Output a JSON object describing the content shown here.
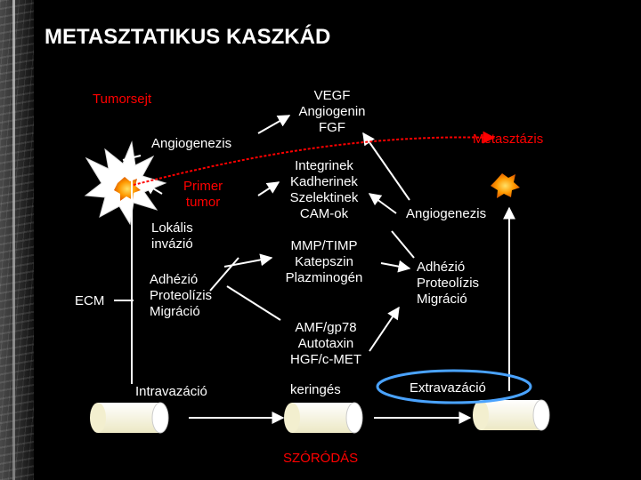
{
  "title": "METASZTATIKUS KASZKÁD",
  "left": {
    "tumorsejt": "Tumorsejt",
    "angiogenezis": "Angiogenezis",
    "primer_tumor": [
      "Primer",
      "tumor"
    ],
    "lokalis_invazio": [
      "Lokális",
      "invázió"
    ],
    "ecm": "ECM",
    "adhezio": [
      "Adhézió",
      "Proteolízis",
      "Migráció"
    ],
    "intravazacio": "Intravazáció"
  },
  "middle": {
    "vegf": [
      "VEGF",
      "Angiogenin",
      "FGF"
    ],
    "integrinek": [
      "Integrinek",
      "Kadherinek",
      "Szelektinek",
      "CAM-ok"
    ],
    "mmp": [
      "MMP/TIMP",
      "Katepszin",
      "Plazminogén"
    ],
    "amf": [
      "AMF/gp78",
      "Autotaxin",
      "HGF/c-MET"
    ],
    "keringes": "keringés",
    "szorodas": "SZÓRÓDÁS"
  },
  "right": {
    "metasztazis": "Metasztázis",
    "angiogenezis": "Angiogenezis",
    "adhezio": [
      "Adhézió",
      "Proteolízis",
      "Migráció"
    ],
    "extravazacio": "Extravazáció"
  },
  "colors": {
    "red": "#ff0000",
    "tumor": "#ff9900",
    "ellipse": "#4aa3ff",
    "vessel": "#f4f2d6"
  }
}
